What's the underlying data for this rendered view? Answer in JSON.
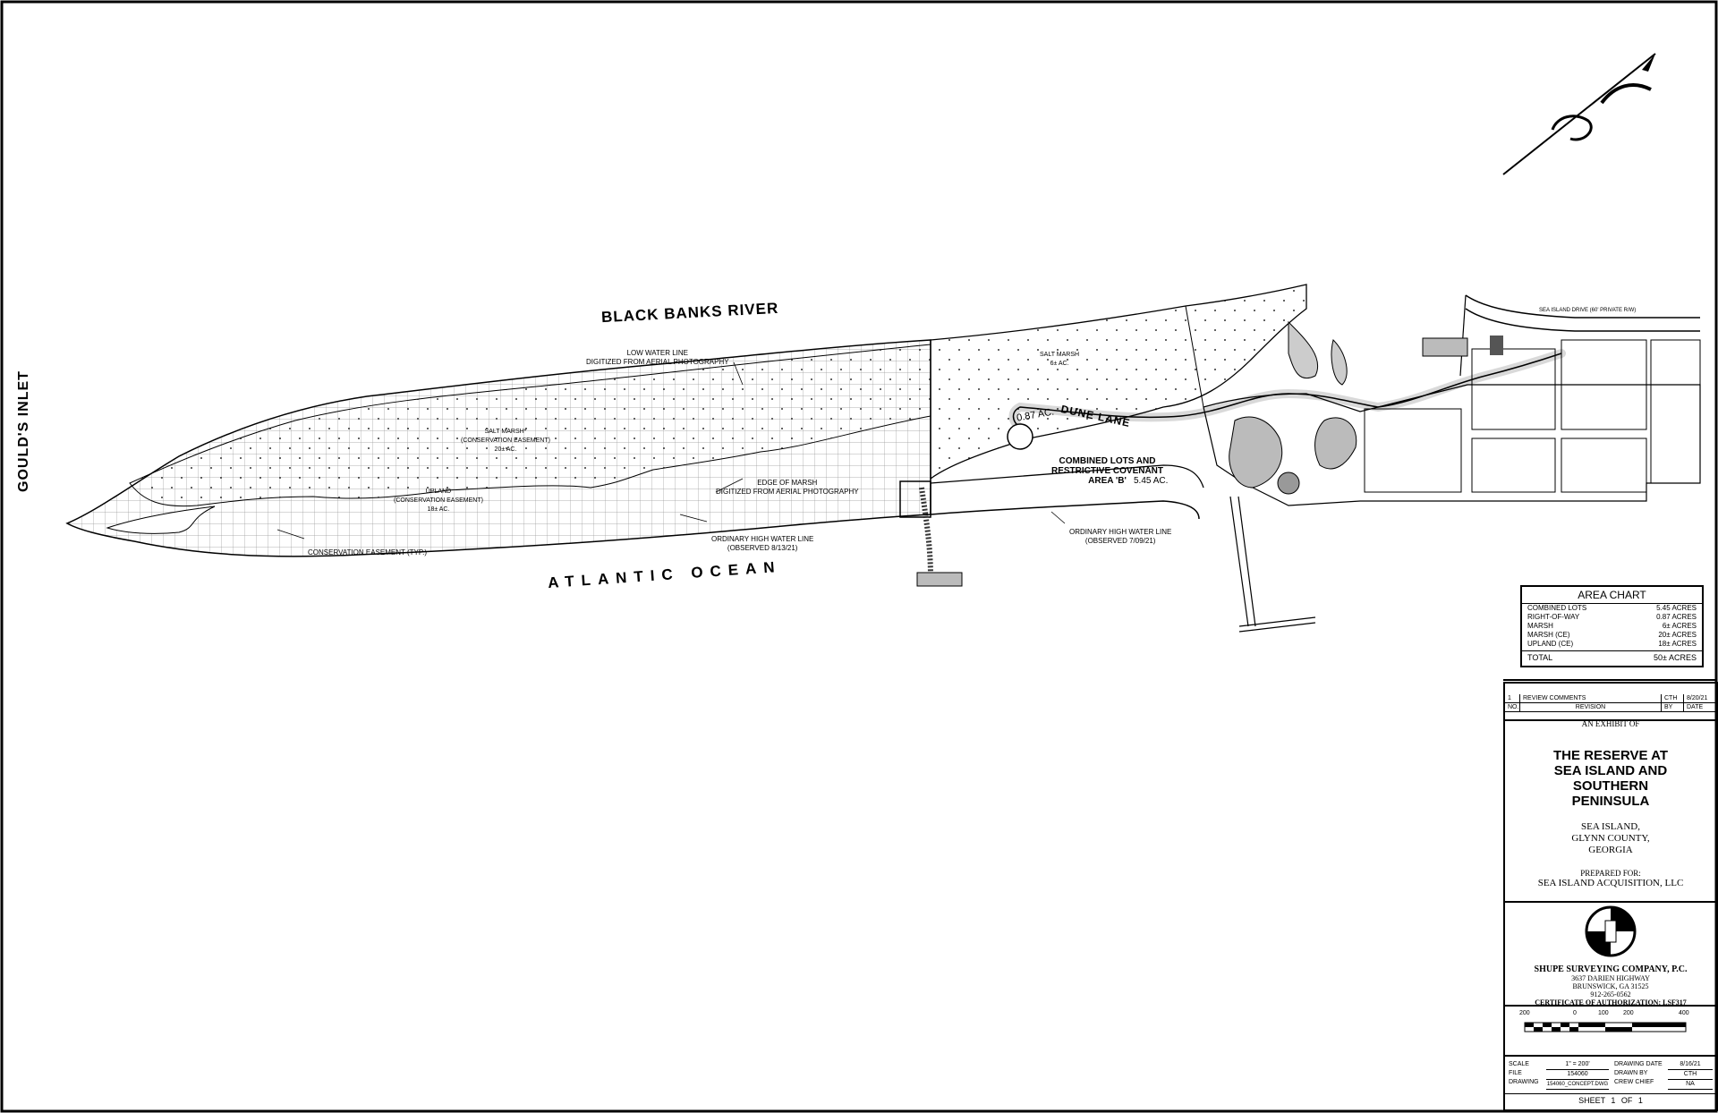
{
  "labels": {
    "river": "BLACK BANKS RIVER",
    "ocean": "ATLANTIC OCEAN",
    "inlet": "GOULD'S INLET",
    "low_water": "LOW WATER LINE\nDIGITIZED FROM AERIAL PHOTOGRAPHY",
    "salt_marsh_ce": "SALT MARSH*\n(CONSERVATION EASEMENT)\n20± AC.",
    "upland_ce": "UPLAND\n(CONSERVATION EASEMENT)\n18± AC.",
    "edge_marsh": "EDGE OF MARSH\nDIGITIZED FROM AERIAL PHOTOGRAPHY",
    "conservation": "CONSERVATION EASEMENT (TYP.)",
    "ohw1": "ORDINARY HIGH WATER LINE\n(OBSERVED 8/13/21)",
    "ohw2": "ORDINARY HIGH WATER LINE\n(OBSERVED 7/09/21)",
    "salt_marsh": "SALT MARSH\n6± AC.",
    "dune_lane": "DUNE LANE",
    "dune_acres": "0.87 AC.",
    "combined": "COMBINED LOTS AND\nRESTRICTIVE COVENANT\nAREA 'B'",
    "combined_acres": "5.45 AC.",
    "sea_island_drive": "SEA ISLAND DRIVE (60' PRIVATE R/W)"
  },
  "area_chart": {
    "title": "AREA CHART",
    "rows": [
      {
        "name": "COMBINED LOTS",
        "value": "5.45",
        "unit": "ACRES"
      },
      {
        "name": "RIGHT-OF-WAY",
        "value": "0.87",
        "unit": "ACRES"
      },
      {
        "name": "MARSH",
        "value": "6±",
        "unit": "ACRES"
      },
      {
        "name": "MARSH (CE)",
        "value": "20±",
        "unit": "ACRES"
      },
      {
        "name": "UPLAND (CE)",
        "value": "18±",
        "unit": "ACRES"
      }
    ],
    "total_label": "TOTAL",
    "total_value": "50±",
    "total_unit": "ACRES"
  },
  "revision": {
    "no": "1",
    "desc": "REVIEW COMMENTS",
    "by": "CTH",
    "date": "8/20/21",
    "h_no": "NO.",
    "h_rev": "REVISION",
    "h_by": "BY",
    "h_date": "DATE"
  },
  "title_block": {
    "exhibit": "AN EXHIBIT OF",
    "title": "THE RESERVE AT\nSEA ISLAND AND\nSOUTHERN\nPENINSULA",
    "location": "SEA ISLAND,\nGLYNN COUNTY,\nGEORGIA",
    "prepared_for_label": "PREPARED FOR:",
    "client": "SEA ISLAND ACQUISITION, LLC"
  },
  "firm": {
    "name": "SHUPE SURVEYING COMPANY, P.C.",
    "address": "3637 DARIEN HIGHWAY\nBRUNSWICK, GA 31525\n912-265-0562",
    "certificate": "CERTIFICATE OF AUTHORIZATION: LSF317"
  },
  "scale_bar": {
    "ticks": [
      "200",
      "0",
      "100",
      "200",
      "400"
    ]
  },
  "info": {
    "scale_label": "SCALE",
    "scale": "1\" = 200'",
    "file_label": "FILE",
    "file": "154060",
    "drawing_label": "DRAWING",
    "drawing": "154060_CONCEPT.DWG",
    "date_label": "DRAWING DATE",
    "date": "8/16/21",
    "drawn_label": "DRAWN BY",
    "drawn": "CTH",
    "crew_label": "CREW CHIEF",
    "crew": "NA",
    "sheet": "SHEET 1 OF 1"
  }
}
